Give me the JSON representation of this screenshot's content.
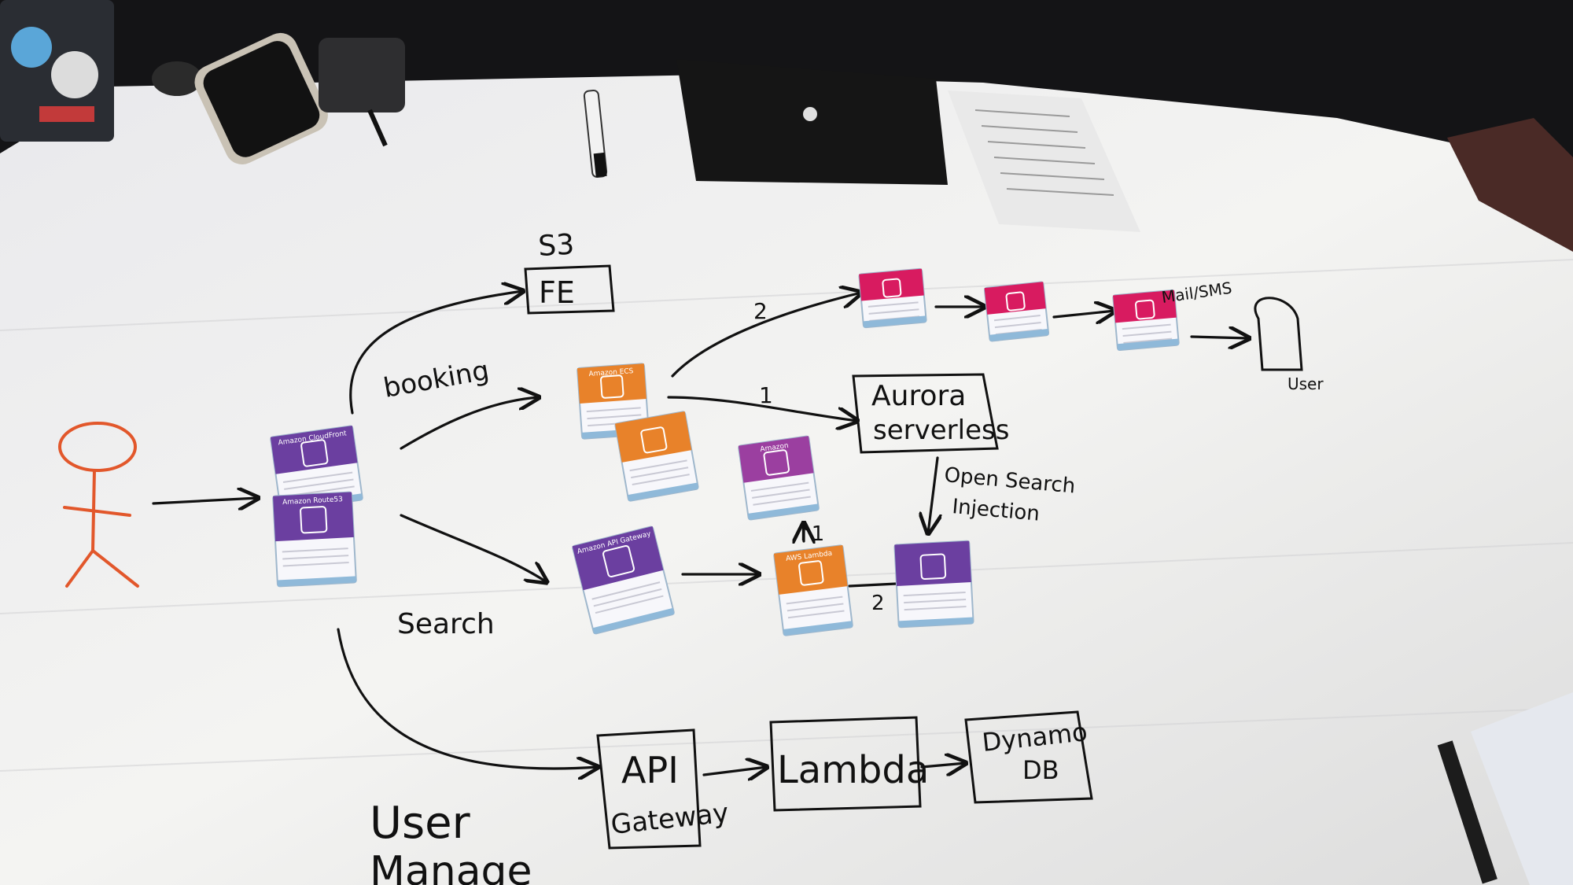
{
  "labels": {
    "s3": "S3",
    "fe": "FE",
    "booking": "booking",
    "search": "Search",
    "user_manage_1": "User",
    "user_manage_2": "Manage",
    "aurora_1": "Aurora",
    "aurora_2": "serverless",
    "opensearch_1": "Open Search",
    "opensearch_2": "Injection",
    "mail_sms": "Mail/SMS",
    "user_end": "User",
    "api_1": "API",
    "api_2": "Gateway",
    "lambda": "Lambda",
    "dynamo_1": "Dynamo",
    "dynamo_2": "DB",
    "step_2_top": "2",
    "step_1_mid": "1",
    "step_1_up": "↑1",
    "step_2_low": "2"
  },
  "cards": [
    {
      "id": "cloudfront",
      "title": "Amazon CloudFront",
      "color": "#6b3fa0",
      "icon": "cloudfront-icon"
    },
    {
      "id": "route53",
      "title": "Amazon Route53",
      "color": "#6b3fa0",
      "icon": "route53-icon"
    },
    {
      "id": "ecs",
      "title": "Amazon ECS",
      "color": "#e8822a",
      "icon": "ecs-icon"
    },
    {
      "id": "orange2",
      "title": "",
      "color": "#e8822a",
      "icon": "service-icon"
    },
    {
      "id": "purple-mid",
      "title": "Amazon",
      "color": "#9b3fa0",
      "icon": "service-icon"
    },
    {
      "id": "apigw",
      "title": "Amazon API Gateway",
      "color": "#6b3fa0",
      "icon": "apigateway-icon"
    },
    {
      "id": "lambda",
      "title": "AWS Lambda",
      "color": "#e8822a",
      "icon": "lambda-icon"
    },
    {
      "id": "opensearch",
      "title": "",
      "color": "#6b3fa0",
      "icon": "opensearch-icon"
    },
    {
      "id": "pink1",
      "title": "",
      "color": "#d81b60",
      "icon": "service-icon"
    },
    {
      "id": "pink2",
      "title": "",
      "color": "#d81b60",
      "icon": "service-icon"
    },
    {
      "id": "pink3",
      "title": "",
      "color": "#d81b60",
      "icon": "service-icon"
    }
  ],
  "colors": {
    "marker": "#111111",
    "stickman": "#e2572b",
    "paper": "#f2f2ef"
  }
}
